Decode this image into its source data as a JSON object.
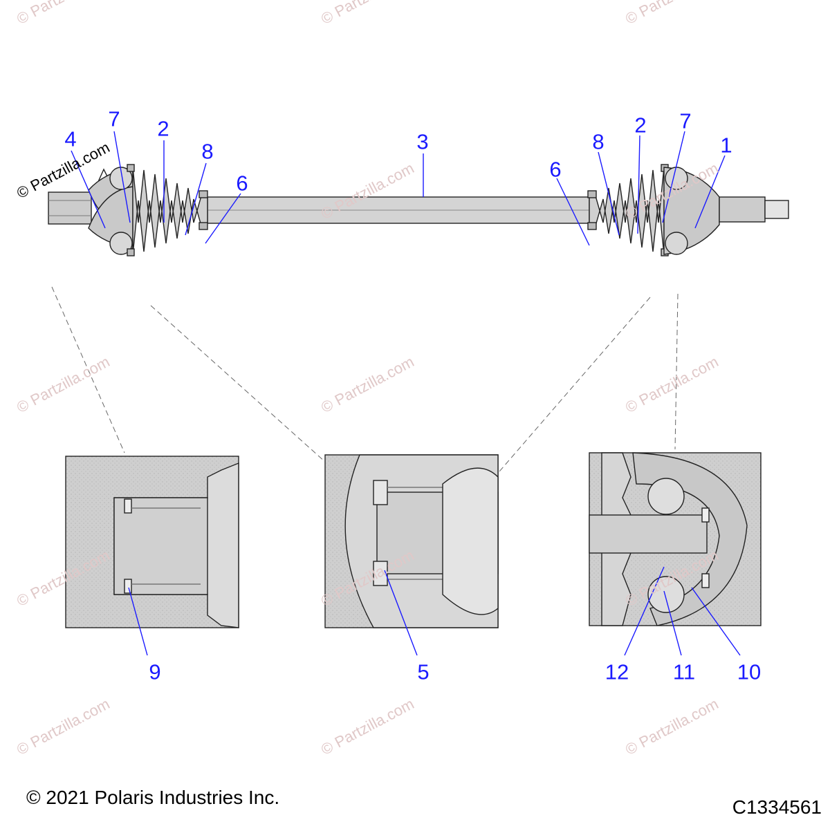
{
  "diagram": {
    "callouts": [
      "1",
      "2",
      "3",
      "4",
      "5",
      "6",
      "7",
      "8",
      "9",
      "10",
      "11",
      "12"
    ],
    "copyright": "© 2021 Polaris Industries Inc.",
    "diagram_id": "C1334561",
    "logo_text": "© Partzilla.com",
    "watermark_text": "© Partzilla.com"
  },
  "colors": {
    "callout": "#1a1aff",
    "part_fill": "#d6d6d6",
    "part_shade": "#bdbdbd",
    "outline": "#222222",
    "leader": "#555555"
  }
}
